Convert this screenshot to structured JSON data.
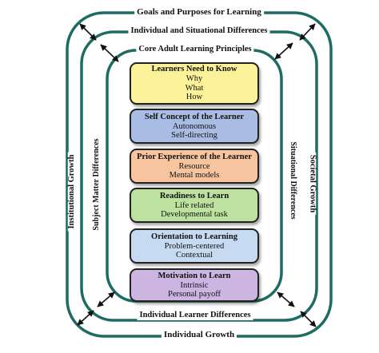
{
  "frames": {
    "outer_top": "Goals and Purposes for Learning",
    "middle_top": "Individual and Situational Differences",
    "inner_top": "Core Adult Learning Principles",
    "inner_bottom": "Individual Learner Differences",
    "outer_bottom": "Individual Growth",
    "left_outer": "Institutional Growth",
    "left_middle": "Subject Matter Differences",
    "right_middle": "Situational Differences",
    "right_outer": "Societal Growth"
  },
  "boxes": [
    {
      "title": "Learners Need to Know",
      "lines": [
        "Why",
        "What",
        "How"
      ],
      "color": "#fbf29a"
    },
    {
      "title": "Self Concept of the Learner",
      "lines": [
        "Autonomous",
        "Self-directing"
      ],
      "color": "#a9bde4"
    },
    {
      "title": "Prior Experience of the Learner",
      "lines": [
        "Resource",
        "Mental models"
      ],
      "color": "#f6c49e"
    },
    {
      "title": "Readiness to Learn",
      "lines": [
        "Life related",
        "Developmental task"
      ],
      "color": "#bde29f"
    },
    {
      "title": "Orientation to Learning",
      "lines": [
        "Problem-centered",
        "Contextual"
      ],
      "color": "#c6daf2"
    },
    {
      "title": "Motivation to Learn",
      "lines": [
        "Intrinsic",
        "Personal payoff"
      ],
      "color": "#cdb5e2"
    }
  ],
  "colors": {
    "frame": "#1e6b63",
    "arrow": "#111111"
  }
}
